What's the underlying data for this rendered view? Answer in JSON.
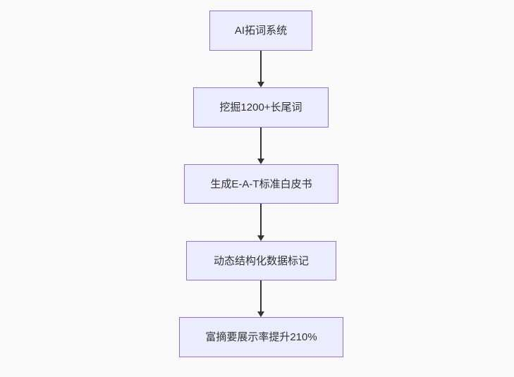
{
  "diagram": {
    "type": "flowchart",
    "direction": "top-down",
    "nodes": [
      {
        "id": "n1",
        "label": "AI拓词系统"
      },
      {
        "id": "n2",
        "label": "挖掘1200+长尾词"
      },
      {
        "id": "n3",
        "label": "生成E-A-T标准白皮书"
      },
      {
        "id": "n4",
        "label": "动态结构化数据标记"
      },
      {
        "id": "n5",
        "label": "富摘要展示率提升210%"
      }
    ],
    "edges": [
      {
        "from": "n1",
        "to": "n2"
      },
      {
        "from": "n2",
        "to": "n3"
      },
      {
        "from": "n3",
        "to": "n4"
      },
      {
        "from": "n4",
        "to": "n5"
      }
    ],
    "colors": {
      "background": "#fafafa",
      "node_fill": "#ECECFF",
      "node_border": "#9370DB",
      "node_text": "#333333",
      "arrow": "#333333"
    }
  }
}
